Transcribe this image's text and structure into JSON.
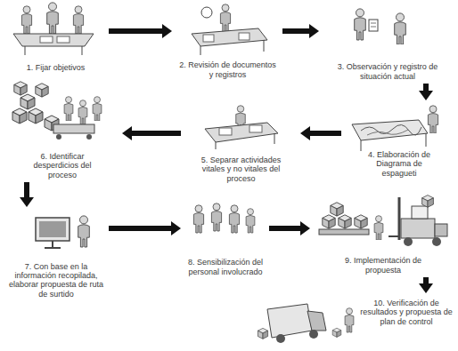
{
  "diagram": {
    "nodes": [
      {
        "text": [
          "1. Fijar objetivos"
        ]
      },
      {
        "text": [
          "2. Revisión de documentos y registros"
        ]
      },
      {
        "text": [
          "3. Observación y registro de situación actual"
        ]
      },
      {
        "text": [
          "4. Elaboración de Diagrama de espagueti"
        ]
      },
      {
        "text": [
          "5. Separar actividades vitales y no vitales del proceso"
        ]
      },
      {
        "text": [
          "6. Identificar desperdicios del proceso"
        ]
      },
      {
        "text": [
          "7. Con base en la información recopilada, elaborar propuesta de ruta de surtido"
        ]
      },
      {
        "text": [
          "8. Sensibilización del personal involucrado"
        ]
      },
      {
        "text": [
          "9. Implementación de propuesta"
        ]
      },
      {
        "text": [
          "10. Verificación de resultados y propuesta de plan de control"
        ]
      }
    ],
    "edges": [
      {
        "from": 0,
        "to": 1,
        "arrow": "to"
      },
      {
        "from": 1,
        "to": 2,
        "arrow": "to"
      },
      {
        "from": 2,
        "to": 3,
        "arrow": "to"
      },
      {
        "from": 3,
        "to": 4,
        "arrow": "to"
      },
      {
        "from": 4,
        "to": 5,
        "arrow": "to"
      },
      {
        "from": 5,
        "to": 6,
        "arrow": "to"
      },
      {
        "from": 6,
        "to": 7,
        "arrow": "to"
      },
      {
        "from": 7,
        "to": 8,
        "arrow": "to"
      },
      {
        "from": 8,
        "to": 9,
        "arrow": "to"
      }
    ]
  }
}
